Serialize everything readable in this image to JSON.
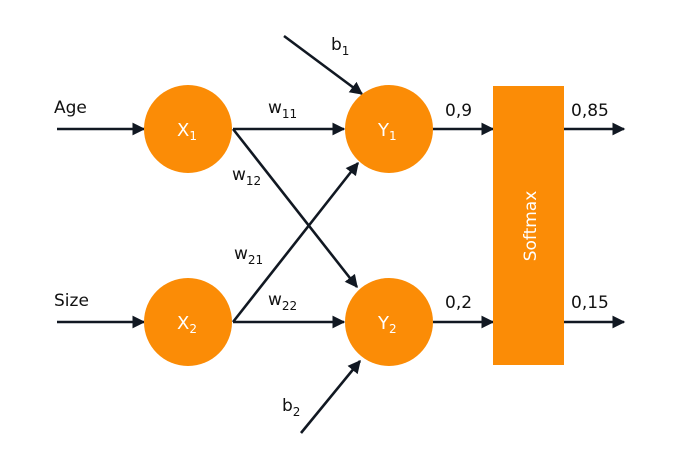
{
  "colors": {
    "node_fill": "#fb8c06",
    "edge": "#111822",
    "text": "#111111",
    "node_text": "#ffffff"
  },
  "inputs": {
    "age": "Age",
    "size": "Size"
  },
  "nodes": {
    "x1": {
      "base": "X",
      "sub": "1"
    },
    "x2": {
      "base": "X",
      "sub": "2"
    },
    "y1": {
      "base": "Y",
      "sub": "1"
    },
    "y2": {
      "base": "Y",
      "sub": "2"
    }
  },
  "weights": {
    "w11": {
      "base": "w",
      "sub": "11"
    },
    "w12": {
      "base": "w",
      "sub": "12"
    },
    "w21": {
      "base": "w",
      "sub": "21"
    },
    "w22": {
      "base": "w",
      "sub": "22"
    }
  },
  "biases": {
    "b1": {
      "base": "b",
      "sub": "1"
    },
    "b2": {
      "base": "b",
      "sub": "2"
    }
  },
  "logits": {
    "y1": "0,9",
    "y2": "0,2"
  },
  "softmax": {
    "label": "Softmax"
  },
  "outputs": {
    "o1": "0,85",
    "o2": "0,15"
  }
}
